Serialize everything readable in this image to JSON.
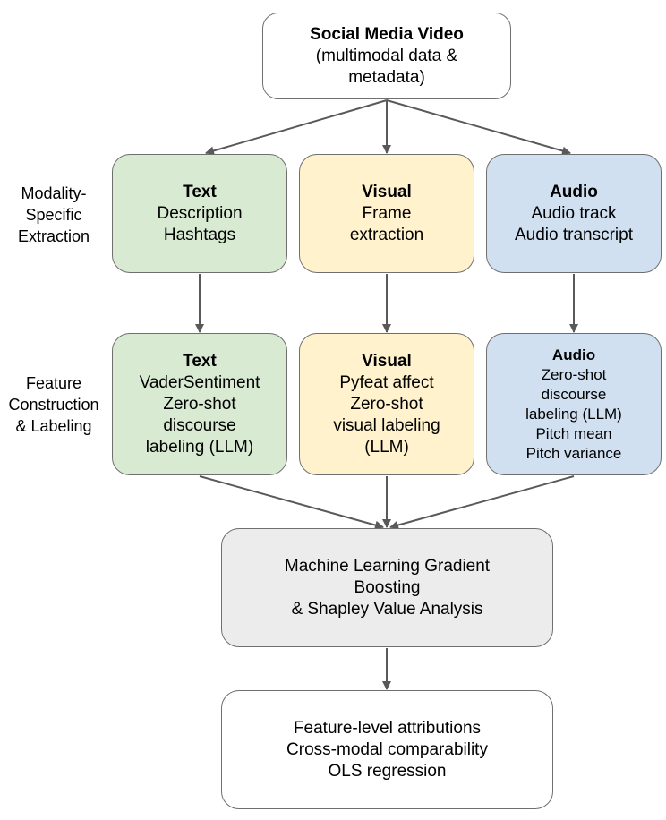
{
  "root": {
    "title": "Social Media Video",
    "lines": [
      "(multimodal data &",
      "metadata)"
    ]
  },
  "side_labels": {
    "extraction": [
      "Modality-",
      "Specific",
      "Extraction"
    ],
    "construction": [
      "Feature",
      "Construction",
      "& Labeling"
    ]
  },
  "extraction": {
    "text": {
      "title": "Text",
      "lines": [
        "Description",
        "Hashtags"
      ]
    },
    "visual": {
      "title": "Visual",
      "lines": [
        "Frame",
        "extraction"
      ]
    },
    "audio": {
      "title": "Audio",
      "lines": [
        "Audio track",
        "Audio transcript"
      ]
    }
  },
  "features": {
    "text": {
      "title": "Text",
      "lines": [
        "VaderSentiment",
        "Zero-shot",
        "discourse",
        "labeling (LLM)"
      ]
    },
    "visual": {
      "title": "Visual",
      "lines": [
        "Pyfeat affect",
        "Zero-shot",
        "visual labeling",
        "(LLM)"
      ]
    },
    "audio": {
      "title": "Audio",
      "lines": [
        "Zero-shot",
        "discourse",
        "labeling (LLM)",
        "Pitch mean",
        "Pitch variance"
      ]
    }
  },
  "model": {
    "lines": [
      "Machine Learning Gradient",
      "Boosting",
      "& Shapley Value Analysis"
    ]
  },
  "output": {
    "lines": [
      "Feature-level attributions",
      "Cross-modal comparability",
      "OLS regression"
    ]
  },
  "colors": {
    "text": "#d9ead3",
    "visual": "#fff2cc",
    "audio": "#d0e0f1",
    "model": "#ececec",
    "border": "#6f6f6f",
    "arrow": "#595959"
  }
}
